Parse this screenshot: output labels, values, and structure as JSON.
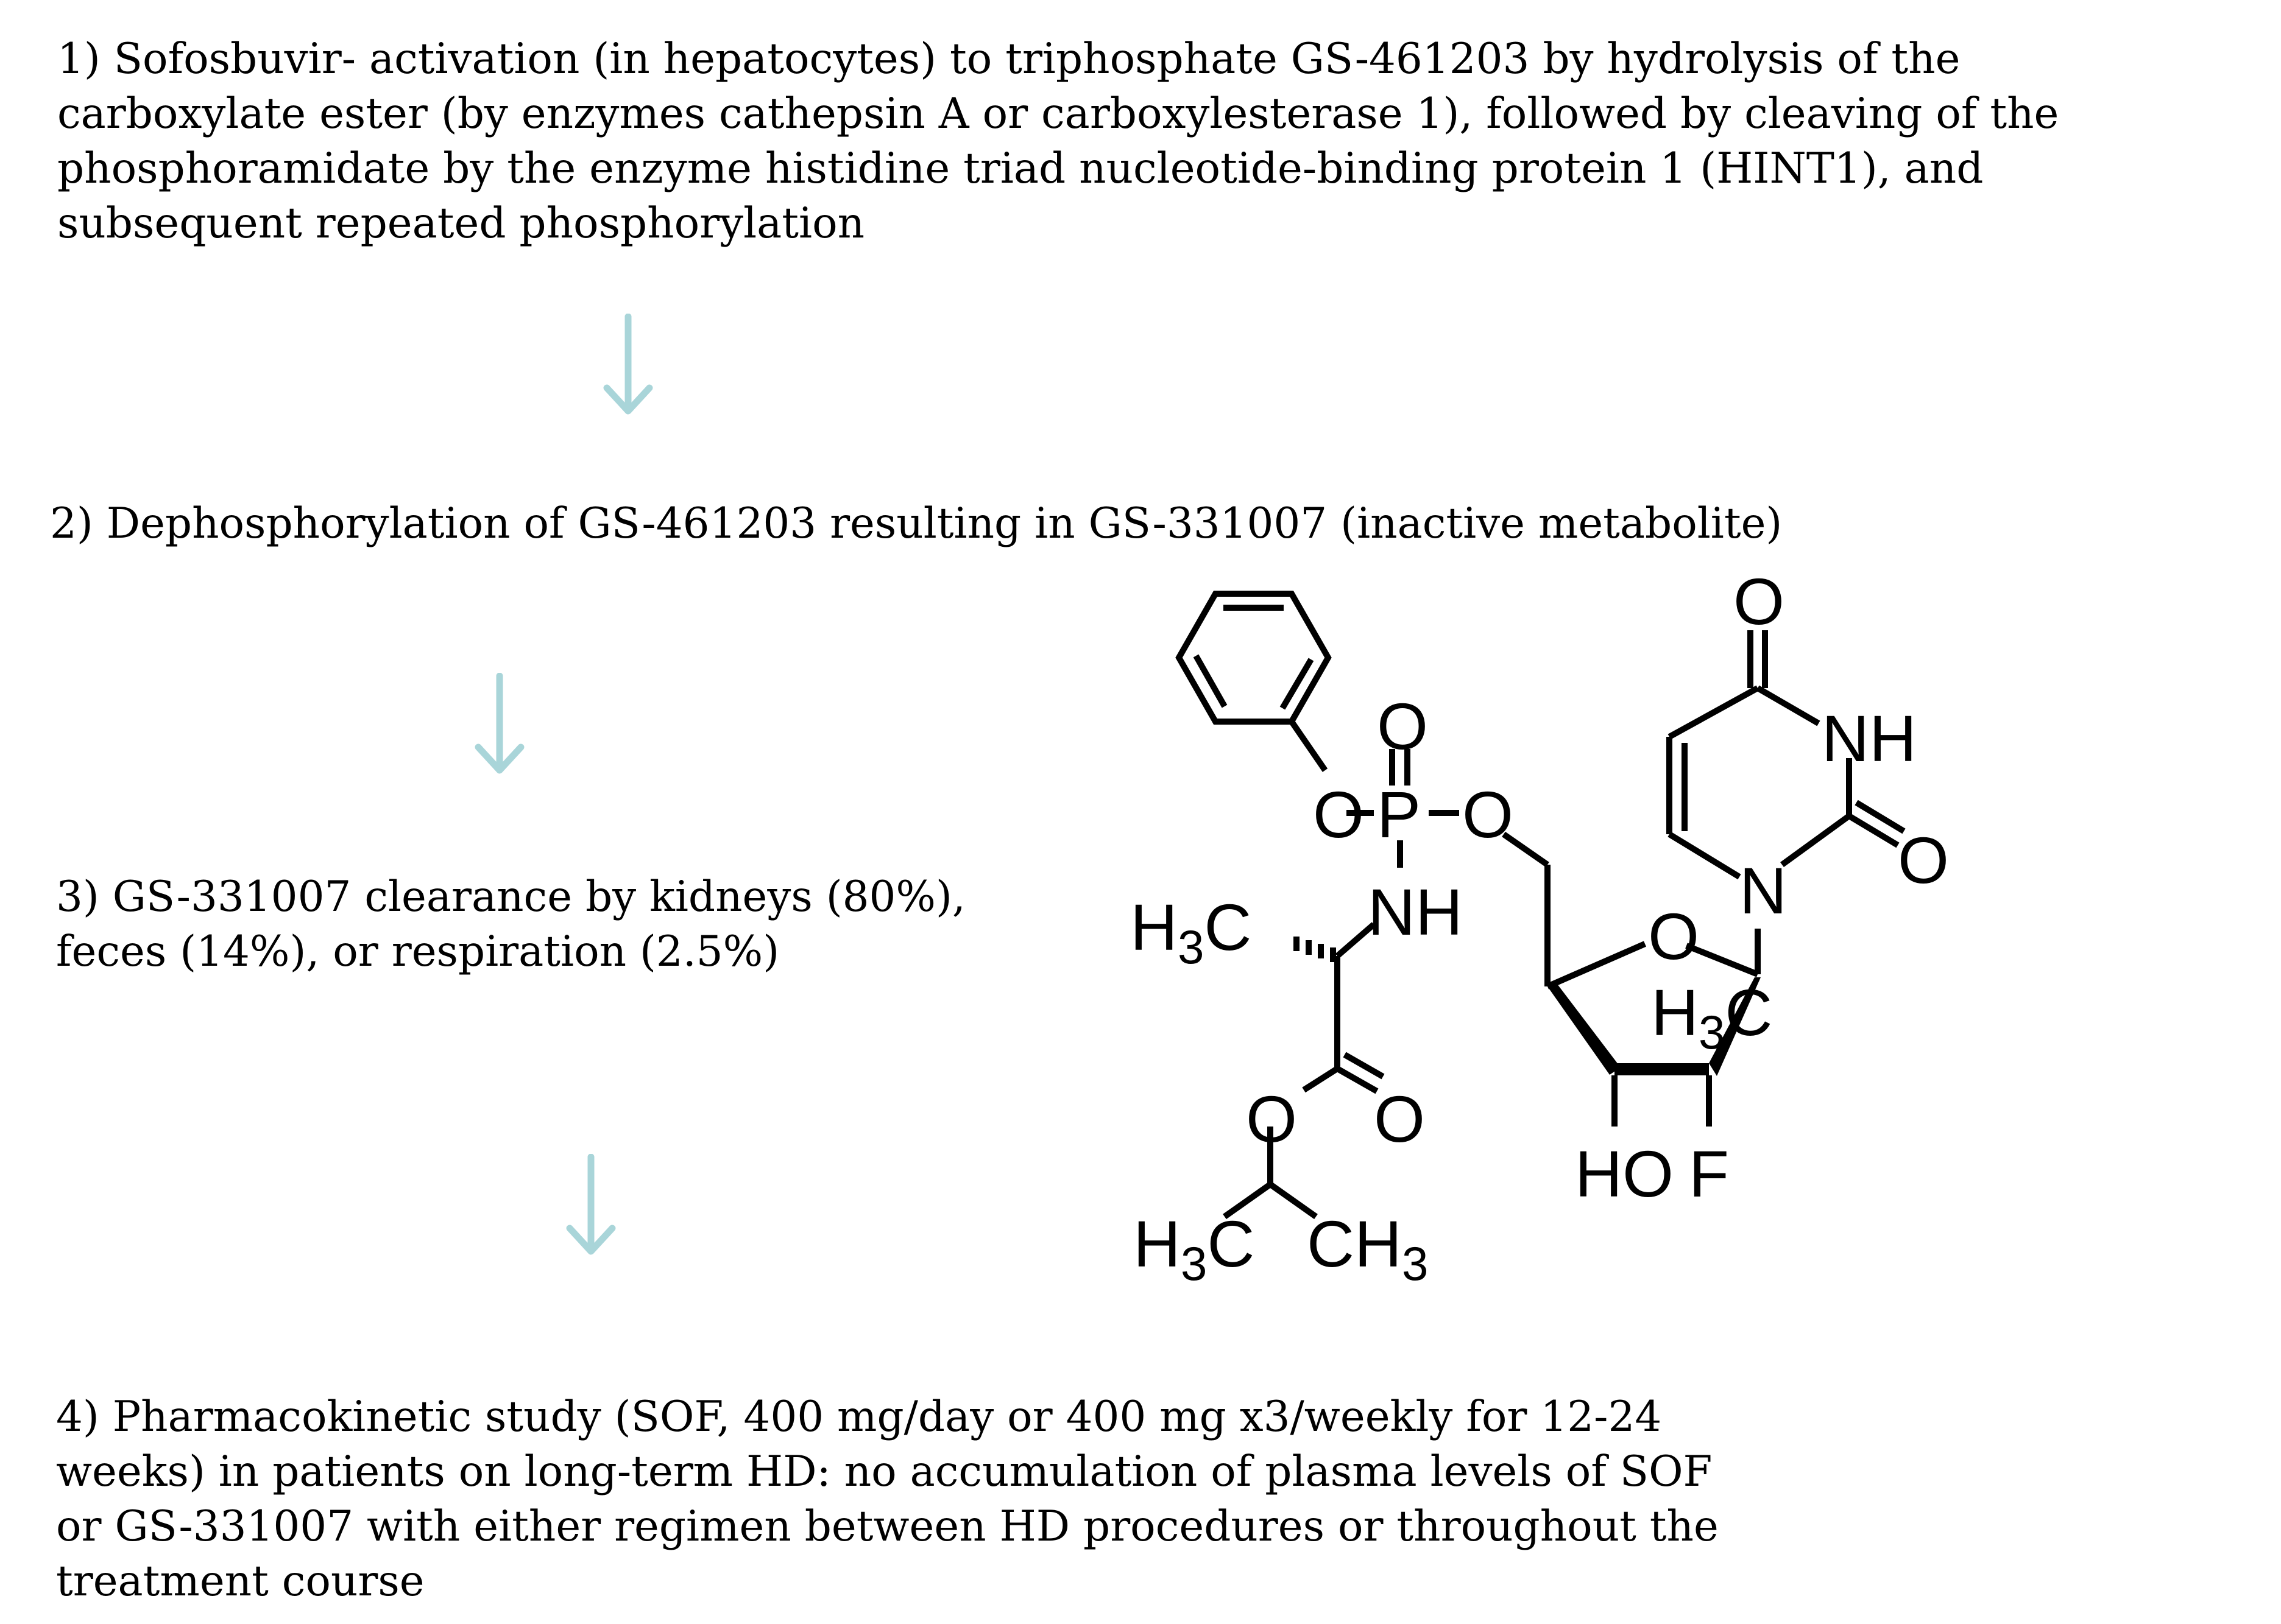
{
  "steps": [
    {
      "lines": [
        "1) Sofosbuvir- activation (in hepatocytes) to triphosphate GS-461203 by hydrolysis of the",
        "carboxylate ester (by enzymes cathepsin A or carboxylesterase 1), followed by cleaving of the",
        "phosphoramidate by the enzyme histidine triad nucleotide-binding protein 1 (HINT1), and",
        "subsequent repeated phosphorylation"
      ]
    },
    {
      "lines": [
        "2) Dephosphorylation of GS-461203 resulting in GS-331007 (inactive metabolite)"
      ]
    },
    {
      "lines": [
        "3) GS-331007 clearance by kidneys (80%),",
        "feces (14%), or respiration (2.5%)"
      ]
    },
    {
      "lines": [
        "4) Pharmacokinetic study (SOF, 400 mg/day or 400 mg x3/weekly for 12-24",
        "weeks) in patients on long-term HD: no accumulation of plasma levels of SOF",
        "or GS-331007 with either regimen between HD procedures or throughout the",
        "treatment course"
      ]
    }
  ],
  "arrow_color": "#a9d5d9",
  "structure": {
    "atoms": {
      "o_carbonyl_uracil": "O",
      "nh_uracil": "NH",
      "o_uracil_c2": "O",
      "n_uracil": "N",
      "o_phosphoryl": "O",
      "o_phenoxy": "O",
      "p": "P",
      "o_ester_link": "O",
      "nh_amide": "NH",
      "o_ring": "O",
      "h3c_alanine": "H3C",
      "h3c_sugar": "H3C",
      "o_ester": "O",
      "o_carbonyl": "O",
      "ho": "HO",
      "f": "F",
      "h3c_isopropyl": "H3C",
      "ch3_isopropyl": "CH3"
    }
  }
}
